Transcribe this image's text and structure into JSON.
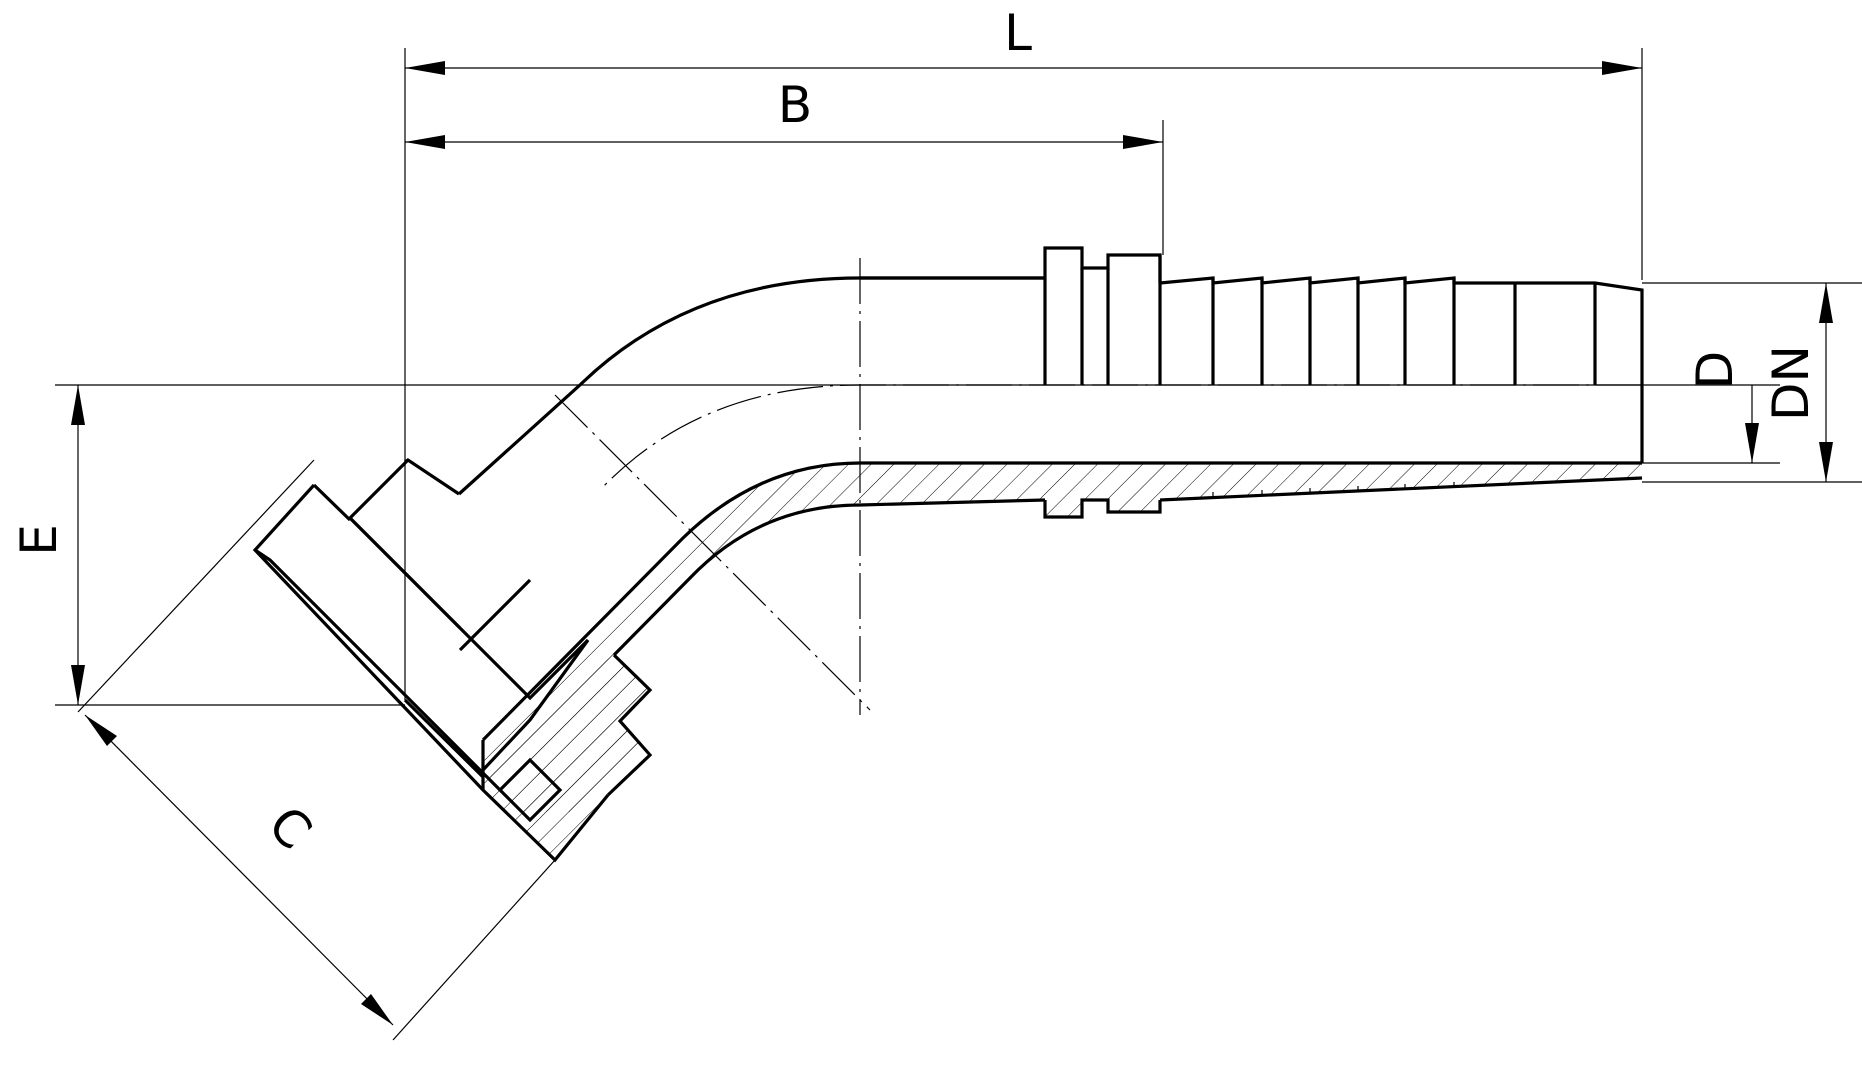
{
  "drawing": {
    "colors": {
      "line": "#000000",
      "background": "#ffffff"
    },
    "dimensions": {
      "L": "L",
      "B": "B",
      "E": "E",
      "C": "C",
      "D": "D",
      "DN": "DN"
    }
  }
}
